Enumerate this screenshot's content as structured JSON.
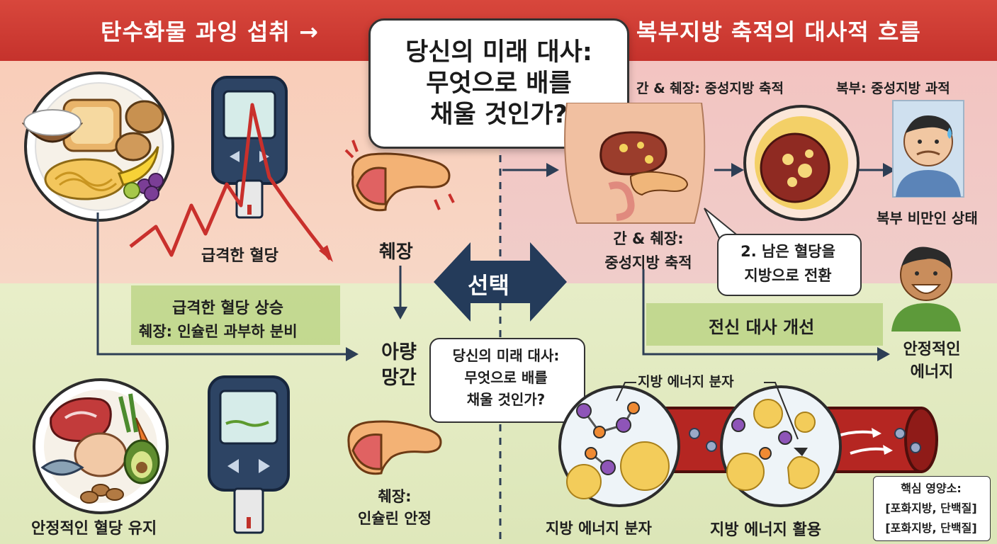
{
  "banner": {
    "left": "탄수화물 과잉 섭취 →",
    "right": "복부지방 축적의 대사적 흐름"
  },
  "title": {
    "line1": "당신의 미래 대사:",
    "line2": "무엇으로 배를",
    "line3": "채울 것인가?"
  },
  "top_left": {
    "sugar_spike_label": "급격한 혈당",
    "pancreas_label": "췌장",
    "band_line1": "급격한 혈당 상승",
    "band_line2": "췌장: 인슐린 과부하 분비"
  },
  "center": {
    "choice_label": "선택",
    "night_line1": "아량",
    "night_line2": "망간",
    "bubble_line1": "당신의 미래 대사:",
    "bubble_line2": "무엇으로 배를",
    "bubble_line3": "채울 것인가?"
  },
  "top_right": {
    "header_left": "간 & 췌장: 중성지방 축적",
    "header_right": "복부: 중성지방 과적",
    "organ_line1": "간 & 췌장:",
    "organ_line2": "중성지방 축적",
    "convert_line1": "2. 남은 혈당을",
    "convert_line2": "지방으로 전환",
    "obese_label": "복부 비만인 상태",
    "improve_label": "전신 대사 개선",
    "stable_line1": "안정적인",
    "stable_line2": "에너지"
  },
  "bottom_left": {
    "stable_sugar_label": "안정적인 혈당 유지",
    "pancreas_line1": "췌장:",
    "pancreas_line2": "인슐린 안정"
  },
  "bottom_right": {
    "fat_molecule_top": "지방 에너지 분자",
    "fat_molecule_bottom": "지방 에너지 분자",
    "fat_use_label": "지방 에너지 활용",
    "nutrient_title": "핵심 영양소:",
    "nutrient_line1": "[포화지방, 단백질]",
    "nutrient_line2": "[포화지방, 단백질]"
  },
  "colors": {
    "banner_red": "#c8352e",
    "navy": "#243b5a",
    "blood_red": "#b52622",
    "pancreas": "#f2b27a",
    "grass": "#a5c864"
  }
}
